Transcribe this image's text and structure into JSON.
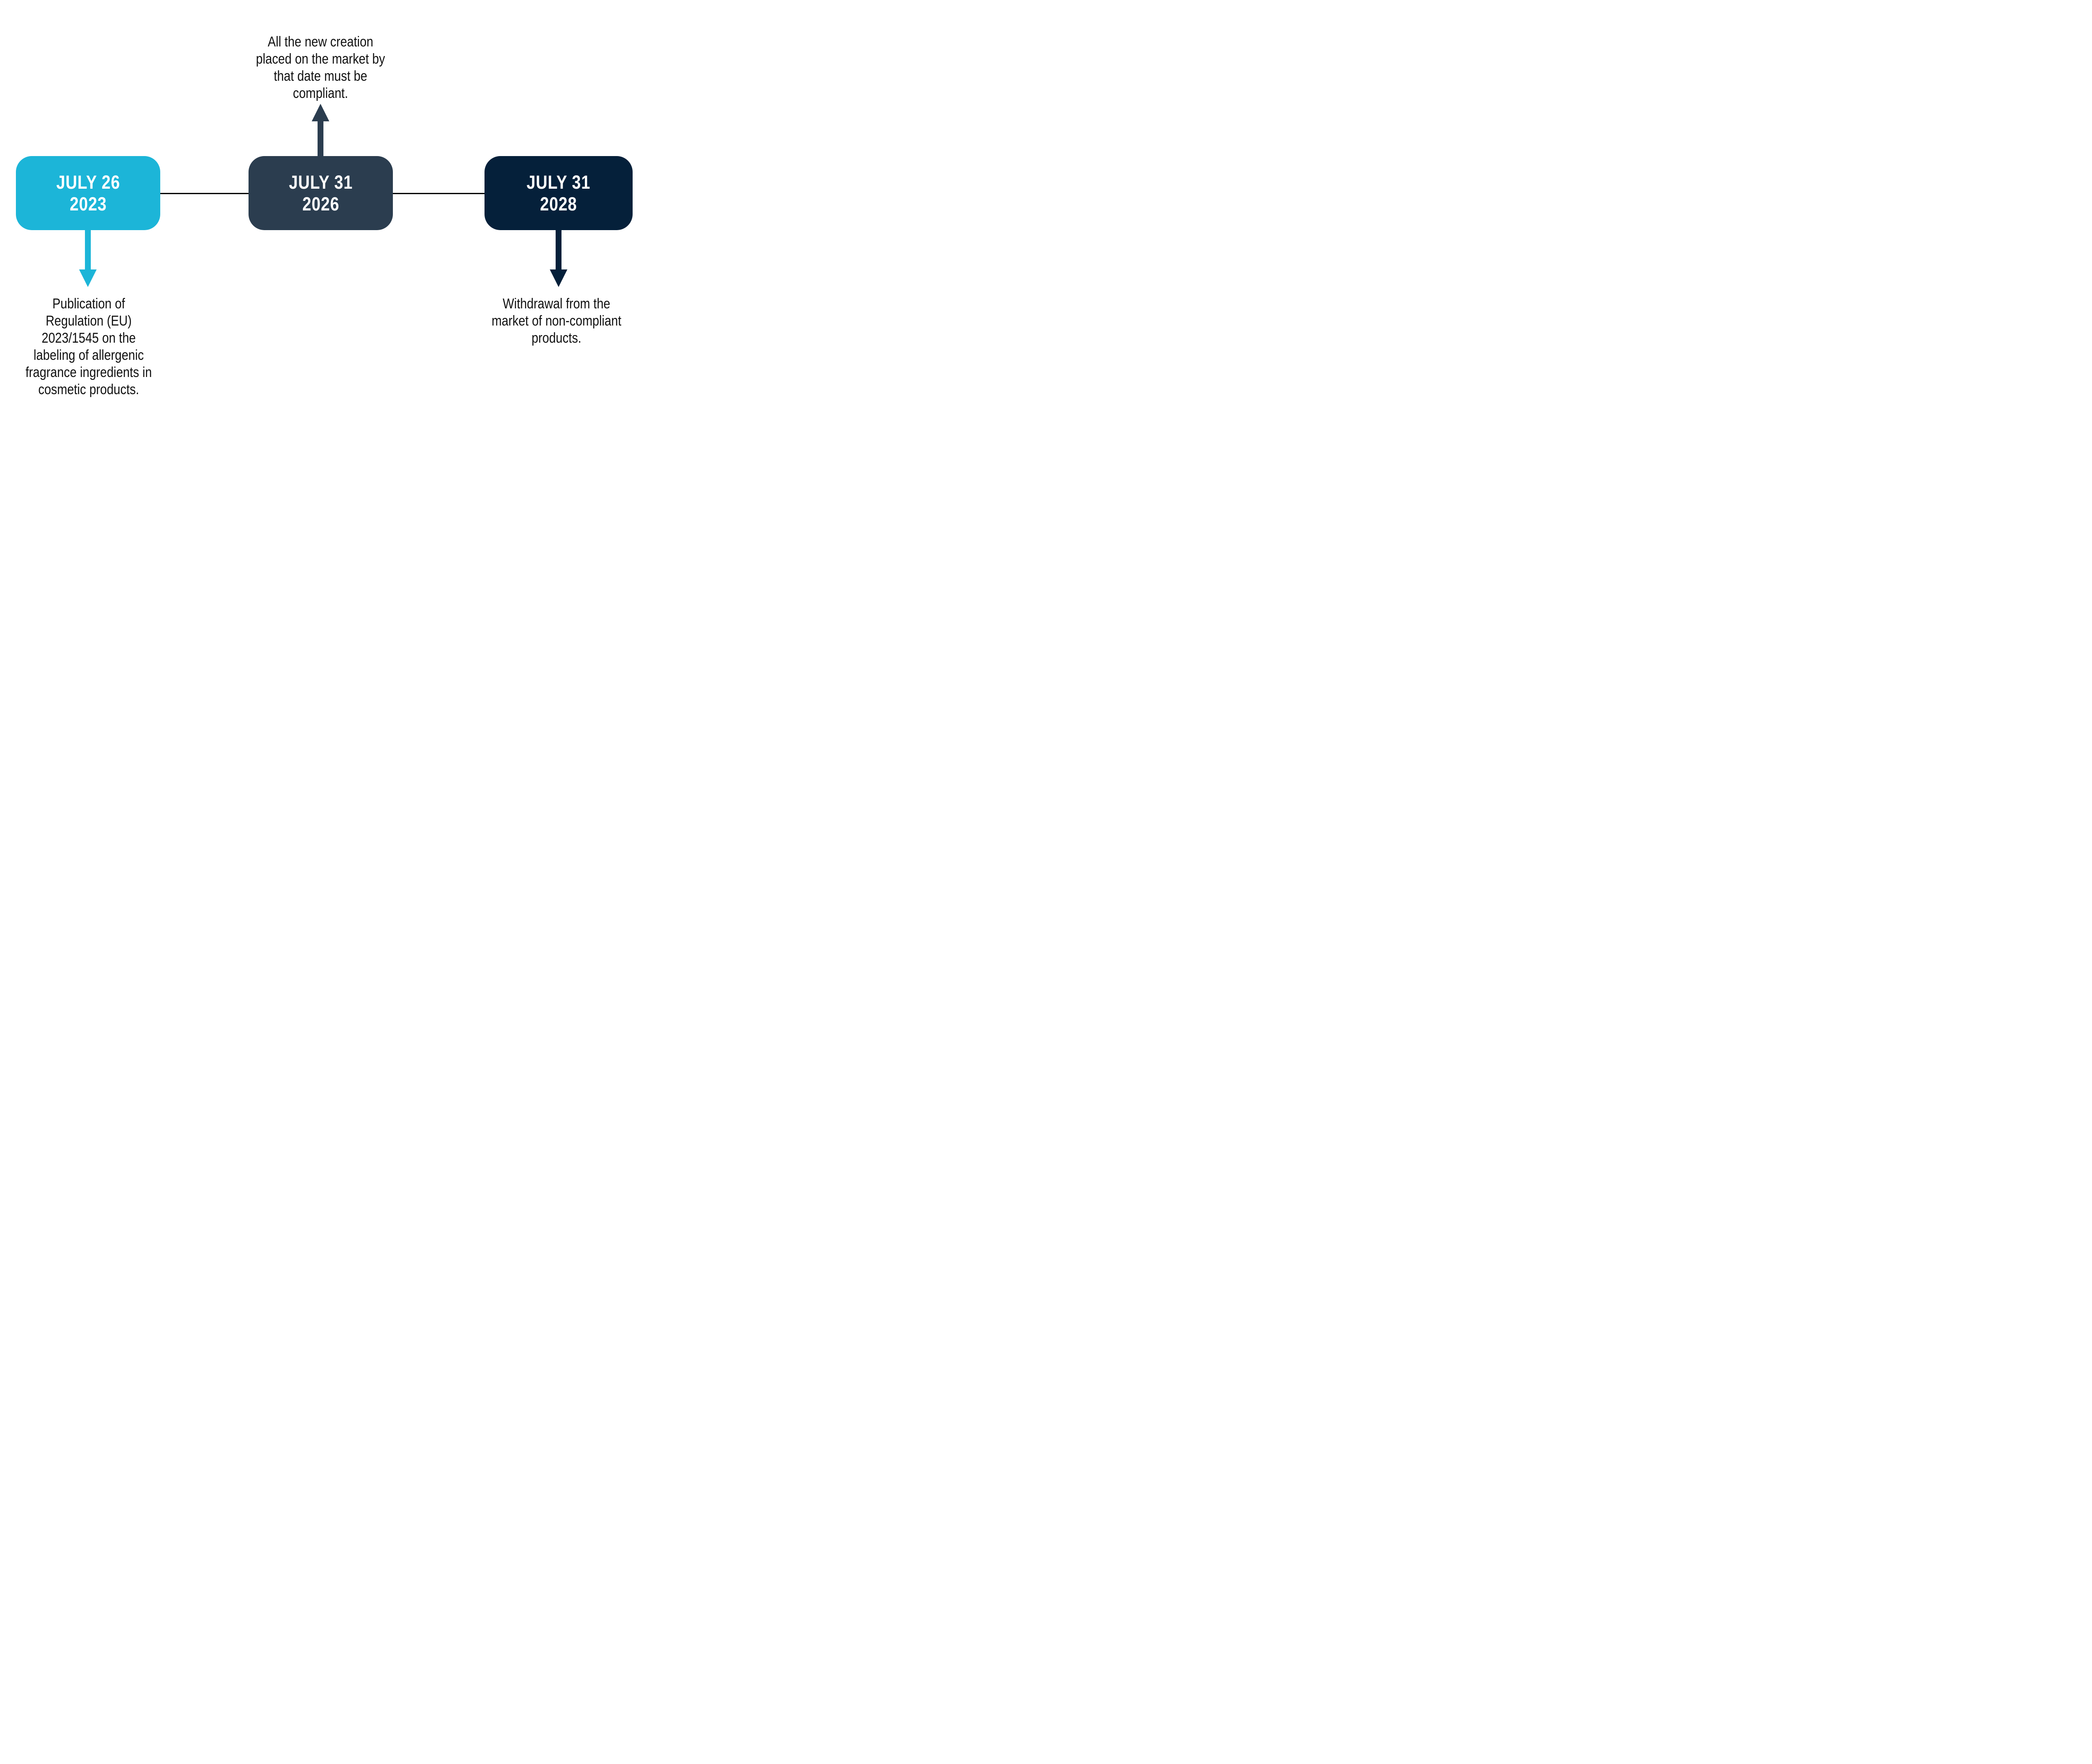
{
  "infographic": {
    "background_color": "#ffffff",
    "text_color": "#111111",
    "connector": {
      "color": "#000000"
    },
    "milestones": [
      {
        "date_line1": "JULY 26",
        "date_line2": "2023",
        "color": "#1CB5D8",
        "date_text_color": "#ffffff",
        "arrow_direction": "down",
        "description": "Publication of\nRegulation (EU)\n2023/1545 on the\nlabeling of allergenic\nfragrance ingredients in\ncosmetic products."
      },
      {
        "date_line1": "JULY 31",
        "date_line2": "2026",
        "color": "#2B3D4F",
        "date_text_color": "#ffffff",
        "arrow_direction": "up",
        "description": "All the new creation\nplaced on the market by\nthat date must be\ncompliant."
      },
      {
        "date_line1": "JULY 31",
        "date_line2": "2028",
        "color": "#05203A",
        "date_text_color": "#ffffff",
        "arrow_direction": "down",
        "description": "Withdrawal from the\nmarket of non-compliant\nproducts."
      }
    ]
  }
}
